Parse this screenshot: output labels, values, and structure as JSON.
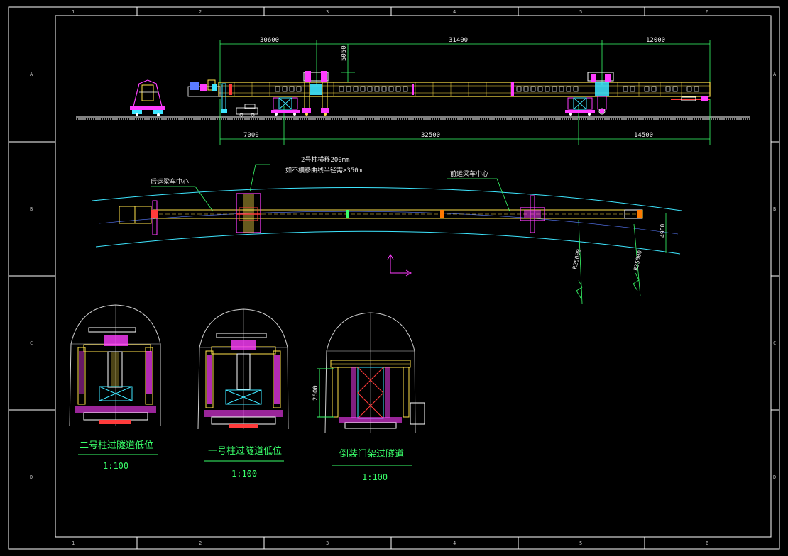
{
  "grid": {
    "columns": [
      "1",
      "2",
      "3",
      "4",
      "5",
      "6"
    ],
    "rows": [
      "A",
      "B",
      "C",
      "D"
    ]
  },
  "elevation": {
    "top_dims": [
      "30600",
      "31400",
      "12000"
    ],
    "vertical_dim": "5050",
    "bottom_dims": [
      "7000",
      "32500",
      "14500"
    ]
  },
  "plan": {
    "note_line1": "2号柱横移200mm",
    "note_line2": "如不横移曲线半径需≥350m",
    "rear_label": "后运梁车中心",
    "front_label": "前运梁车中心",
    "radius_1": "R25000",
    "radius_2": "R35000",
    "width_dim": "4960"
  },
  "sections": [
    {
      "caption": "二号柱过隧道低位",
      "scale": "1:100"
    },
    {
      "caption": "一号柱过隧道低位",
      "scale": "1:100"
    },
    {
      "caption": "倒装门架过隧道",
      "scale": "1:100",
      "height_dim": "2600"
    }
  ],
  "colors": {
    "frame": "#ffffff",
    "dimension": "#39ff6a",
    "girder": "#ffe24a",
    "magenta": "#ff3dff",
    "cyan": "#3ee6ff",
    "red": "#ff3b3b",
    "blue": "#5a7cff",
    "tunnel": "#d0d0d0"
  }
}
